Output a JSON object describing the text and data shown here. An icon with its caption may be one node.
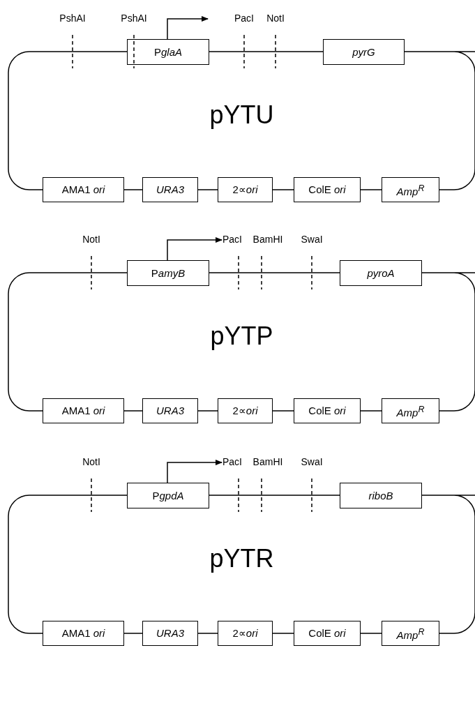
{
  "diagram": {
    "nodes": [
      {
        "text": [
          "pYTU"
        ]
      },
      {
        "text": [
          "PglaA"
        ]
      },
      {
        "text": [
          "pyrG"
        ]
      },
      {
        "text": [
          "AMA1 *ori*"
        ]
      },
      {
        "text": [
          "URA3"
        ]
      },
      {
        "text": [
          "2∝*ori*"
        ]
      },
      {
        "text": [
          "ColE *ori*"
        ]
      },
      {
        "text": [
          "Amp$^{R}$"
        ]
      },
      {
        "text": [
          "pYTP"
        ]
      },
      {
        "text": [
          "PamyB"
        ]
      },
      {
        "text": [
          "pyroA"
        ]
      },
      {
        "text": [
          "AMA1 *ori*"
        ]
      },
      {
        "text": [
          "URA3"
        ]
      },
      {
        "text": [
          "2∝*ori*"
        ]
      },
      {
        "text": [
          "ColE *ori*"
        ]
      },
      {
        "text": [
          "Amp$^{R}$"
        ]
      },
      {
        "text": [
          "pYTR"
        ]
      },
      {
        "text": [
          "PgpdA"
        ]
      },
      {
        "text": [
          "riboB"
        ]
      },
      {
        "text": [
          "AMA1 *ori*"
        ]
      },
      {
        "text": [
          "URA3"
        ]
      },
      {
        "text": [
          "2∝*ori*"
        ]
      },
      {
        "text": [
          "ColE *ori*"
        ]
      },
      {
        "text": [
          "Amp$^{R}$"
        ]
      }
    ],
    "labels": [
      "PshAI",
      "PshAI",
      "PacI",
      "NotI",
      "NotI",
      "PacI",
      "BamHI",
      "SwaI",
      "NotI",
      "PacI",
      "BamHI",
      "SwaI"
    ]
  }
}
